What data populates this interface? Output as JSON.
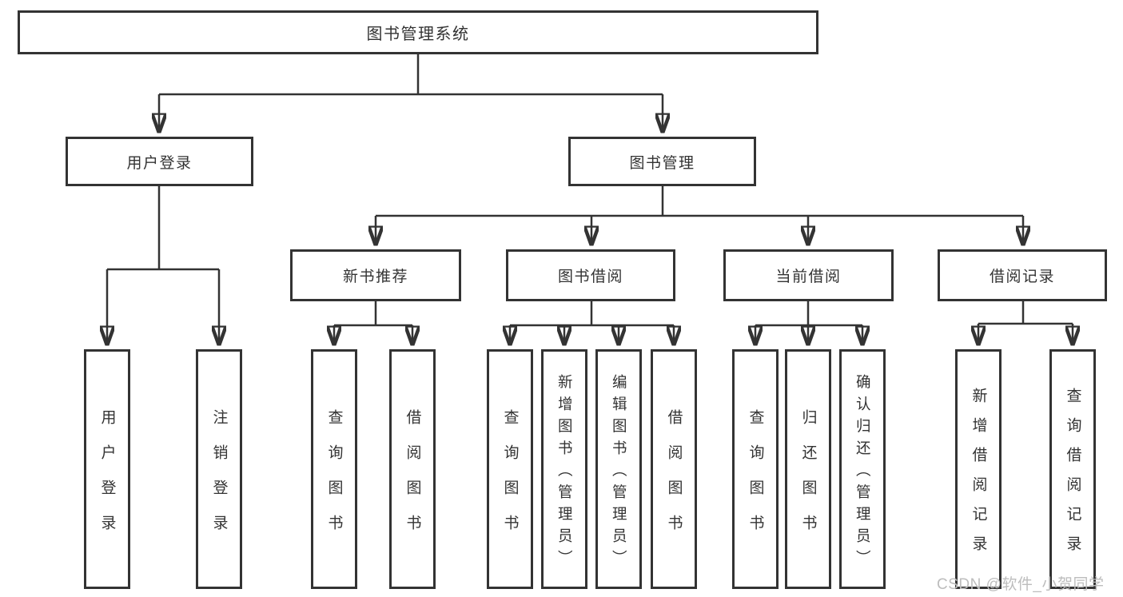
{
  "tree": {
    "root": {
      "label": "图书管理系统"
    },
    "level2": [
      {
        "label": "用户登录"
      },
      {
        "label": "图书管理"
      }
    ],
    "level3": [
      {
        "label": "新书推荐",
        "parent": "图书管理"
      },
      {
        "label": "图书借阅",
        "parent": "图书管理"
      },
      {
        "label": "当前借阅",
        "parent": "图书管理"
      },
      {
        "label": "借阅记录",
        "parent": "图书管理"
      }
    ],
    "leaves": [
      {
        "label": "用户登录",
        "parent": "用户登录"
      },
      {
        "label": "注销登录",
        "parent": "用户登录"
      },
      {
        "label": "查询图书",
        "parent": "新书推荐"
      },
      {
        "label": "借阅图书",
        "parent": "新书推荐"
      },
      {
        "label": "查询图书",
        "parent": "图书借阅"
      },
      {
        "label": "新增图书（管理员）",
        "parent": "图书借阅"
      },
      {
        "label": "编辑图书（管理员）",
        "parent": "图书借阅"
      },
      {
        "label": "借阅图书",
        "parent": "图书借阅"
      },
      {
        "label": "查询图书",
        "parent": "当前借阅"
      },
      {
        "label": "归还图书",
        "parent": "当前借阅"
      },
      {
        "label": "确认归还（管理员）",
        "parent": "当前借阅"
      },
      {
        "label": "新增借阅记录",
        "parent": "借阅记录"
      },
      {
        "label": "查询借阅记录",
        "parent": "借阅记录"
      }
    ]
  },
  "watermark": {
    "text": "CSDN @软件_小贺同学"
  },
  "colors": {
    "background": "#ffffff",
    "box_border": "#333333",
    "connector_line": "#333333",
    "text": "#333333",
    "watermark_text": "#bdbdbd"
  }
}
